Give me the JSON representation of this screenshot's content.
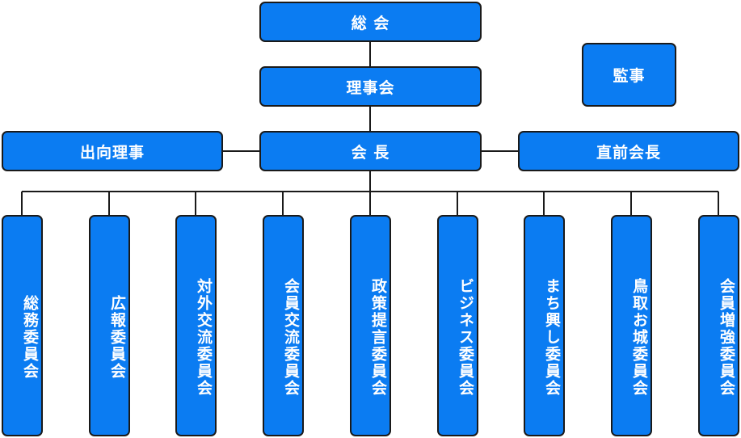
{
  "nodes": {
    "general_assembly": "総 会",
    "board": "理事会",
    "president": "会 長",
    "seconded_director": "出向理事",
    "past_president": "直前会長",
    "auditor": "監事"
  },
  "committees": [
    "総務委員会",
    "広報委員会",
    "対外交流委員会",
    "会員交流委員会",
    "政策提言委員会",
    "ビジネス委員会",
    "まち興し委員会",
    "鳥取お城委員会",
    "会員増強委員会"
  ],
  "colors": {
    "box_fill": "#0b7cf2",
    "box_border": "#1a1a1a",
    "line": "#1a1a1a"
  }
}
